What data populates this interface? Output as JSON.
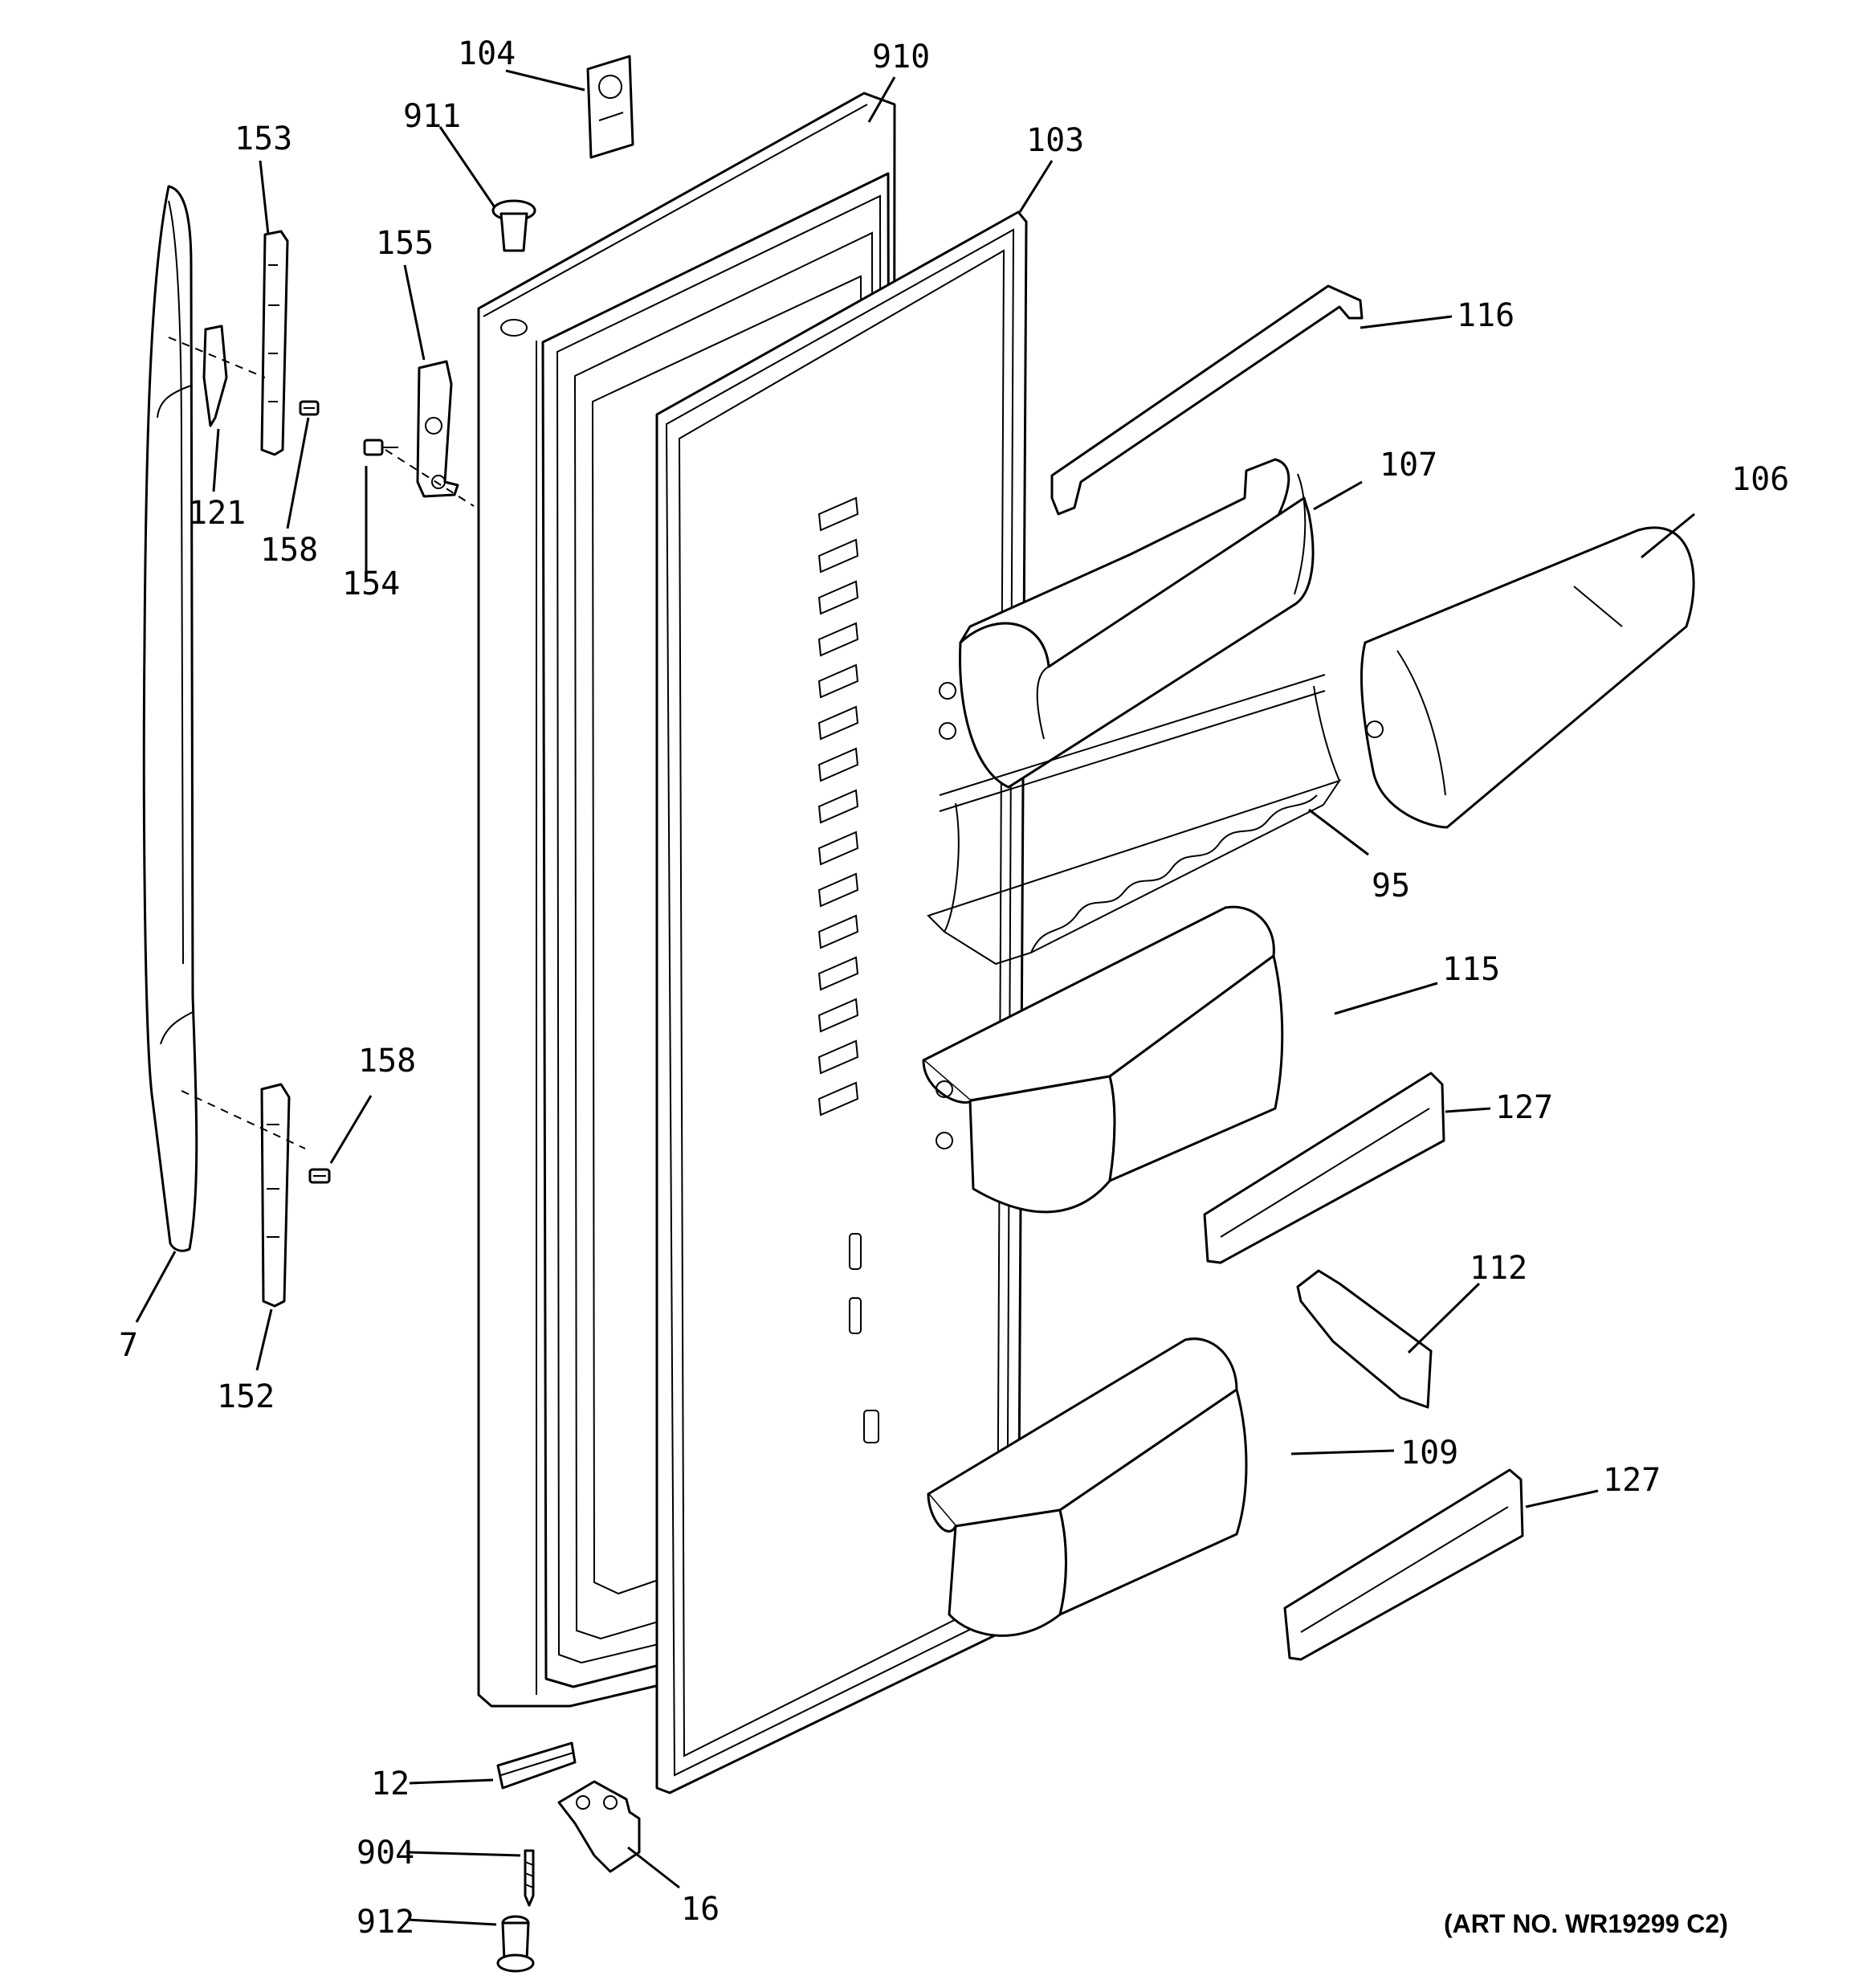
{
  "callouts": {
    "c104": "104",
    "c910": "910",
    "c911": "911",
    "c103": "103",
    "c153": "153",
    "c155": "155",
    "c116": "116",
    "c107": "107",
    "c106": "106",
    "c121": "121",
    "c158a": "158",
    "c154": "154",
    "c95": "95",
    "c115": "115",
    "c158b": "158",
    "c127a": "127",
    "c7": "7",
    "c112": "112",
    "c152": "152",
    "c109": "109",
    "c127b": "127",
    "c12": "12",
    "c904": "904",
    "c16": "16",
    "c912": "912"
  },
  "art_number": "(ART NO. WR19299 C2)"
}
